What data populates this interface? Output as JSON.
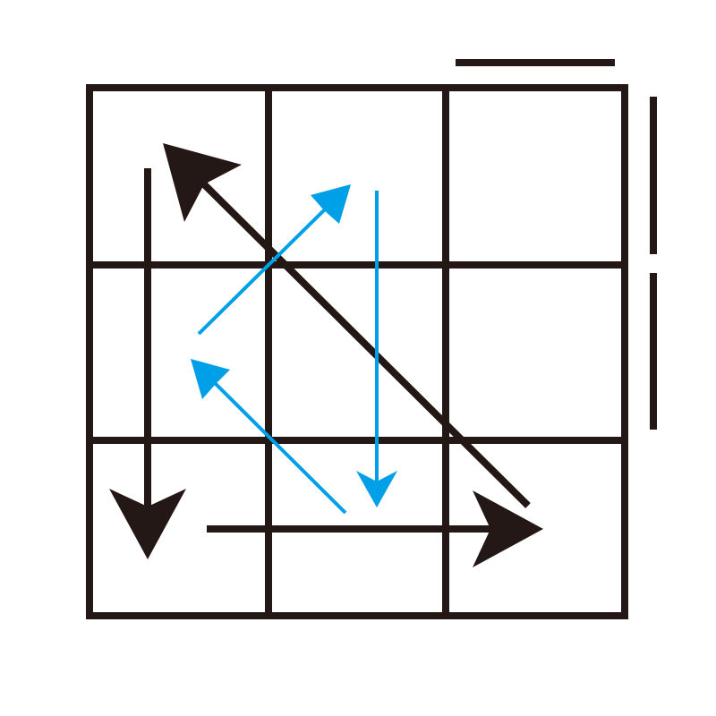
{
  "diagram": {
    "grid": {
      "rows": 3,
      "cols": 3
    },
    "colors": {
      "dark": "#231815",
      "blue": "#00a0e9",
      "background": "#ffffff"
    },
    "dark_arrows": [
      {
        "name": "arrow-down-left-column",
        "color_key": "dark"
      },
      {
        "name": "arrow-right-bottom-row",
        "color_key": "dark"
      },
      {
        "name": "arrow-diagonal-to-top-left",
        "color_key": "dark"
      }
    ],
    "blue_arrows": [
      {
        "name": "arrow-diagonal-up-right",
        "color_key": "blue"
      },
      {
        "name": "arrow-down-middle",
        "color_key": "blue"
      },
      {
        "name": "arrow-diagonal-up-left",
        "color_key": "blue"
      }
    ],
    "side_marks": [
      {
        "name": "top-side-mark"
      },
      {
        "name": "right-side-mark-upper"
      },
      {
        "name": "right-side-mark-lower"
      }
    ]
  }
}
